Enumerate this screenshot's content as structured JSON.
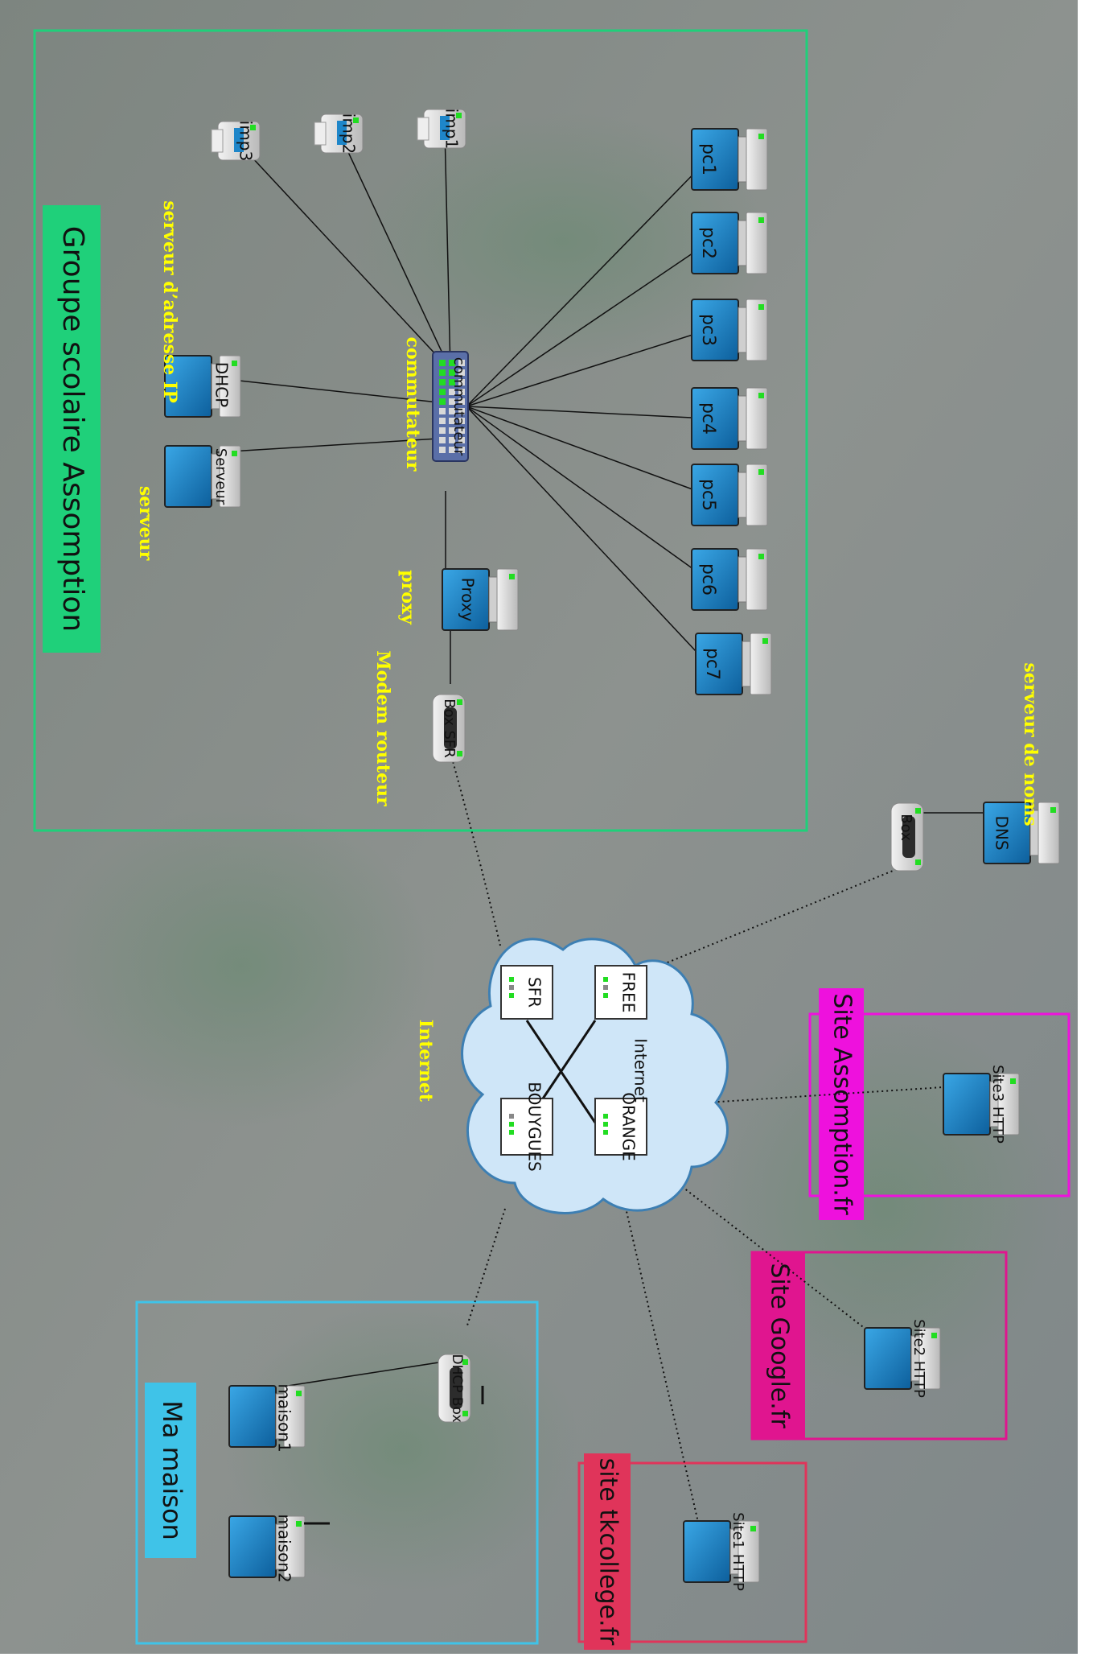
{
  "groups": {
    "school": {
      "title": "Groupe scolaire Assomption",
      "color": "#1fd07a"
    },
    "home": {
      "title": "Ma maison",
      "color": "#3fc3e8"
    },
    "site_assomption": {
      "title": "Site Assomption.fr",
      "color": "#ee11dd"
    },
    "site_google": {
      "title": "Site Google.fr",
      "color": "#e0158f"
    },
    "site_tkcollege": {
      "title": "site tkcollege.fr",
      "color": "#e0345a"
    }
  },
  "annotations": {
    "dhcp_server": "serveur d’adresse IP",
    "server": "serveur",
    "switch": "commutateur",
    "proxy": "proxy",
    "modem": "Modem routeur",
    "dns": "serveur de noms",
    "internet": "Internet"
  },
  "devices": {
    "pc1": "pc1",
    "pc2": "pc2",
    "pc3": "pc3",
    "pc4": "pc4",
    "pc5": "pc5",
    "pc6": "pc6",
    "pc7": "pc7",
    "imp1": "imp1",
    "imp2": "imp2",
    "imp3": "imp3",
    "dhcp": "DHCP",
    "serveur": "Serveur",
    "proxy": "Proxy",
    "switch": "commutateur",
    "box_sfr": "Box SFR",
    "box_dns": "Box",
    "dns": "DNS",
    "site1": "Site1 HTTP",
    "site2": "Site2 HTTP",
    "site3": "Site3 HTTP",
    "box_home": "DHCP Box",
    "maison1": "maison1",
    "maison2": "maison2"
  },
  "internet": {
    "label": "Internet",
    "isps": [
      "FREE",
      "ORANGE",
      "SFR",
      "BOUYGUES"
    ]
  },
  "colors": {
    "annotation": "#ffff00",
    "screen": "#1e86c9",
    "led": "#22dd22",
    "cloud": "#cfe6f8",
    "cloud_stroke": "#3d7fb3"
  }
}
